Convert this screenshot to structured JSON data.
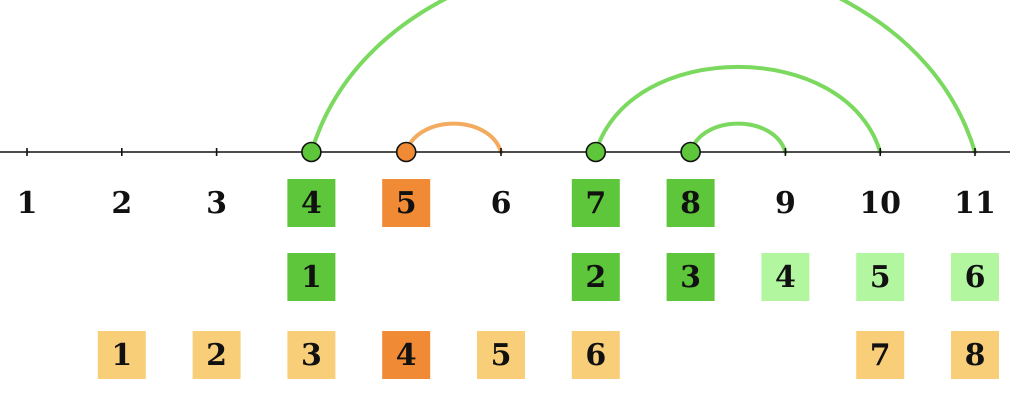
{
  "colors": {
    "green_dark": "#5dc63a",
    "green_light": "#b2f7a0",
    "orange_dark": "#f08a35",
    "orange_light": "#f9ce78",
    "arc_green": "#7ad95e",
    "arc_orange": "#f3ab60",
    "axis": "#111111"
  },
  "axis": {
    "positions": [
      "1",
      "2",
      "3",
      "4",
      "5",
      "6",
      "7",
      "8",
      "9",
      "10",
      "11"
    ]
  },
  "top_row": [
    {
      "pos": 4,
      "label": "4",
      "color": "green_dark"
    },
    {
      "pos": 5,
      "label": "5",
      "color": "orange_dark"
    },
    {
      "pos": 7,
      "label": "7",
      "color": "green_dark"
    },
    {
      "pos": 8,
      "label": "8",
      "color": "green_dark"
    }
  ],
  "green_row": [
    {
      "pos": 4,
      "label": "1",
      "color": "green_dark"
    },
    {
      "pos": 7,
      "label": "2",
      "color": "green_dark"
    },
    {
      "pos": 8,
      "label": "3",
      "color": "green_dark"
    },
    {
      "pos": 9,
      "label": "4",
      "color": "green_light"
    },
    {
      "pos": 10,
      "label": "5",
      "color": "green_light"
    },
    {
      "pos": 11,
      "label": "6",
      "color": "green_light"
    }
  ],
  "orange_row": [
    {
      "pos": 2,
      "label": "1",
      "color": "orange_light"
    },
    {
      "pos": 3,
      "label": "2",
      "color": "orange_light"
    },
    {
      "pos": 4,
      "label": "3",
      "color": "orange_light"
    },
    {
      "pos": 5,
      "label": "4",
      "color": "orange_dark"
    },
    {
      "pos": 6,
      "label": "5",
      "color": "orange_light"
    },
    {
      "pos": 7,
      "label": "6",
      "color": "orange_light"
    },
    {
      "pos": 10,
      "label": "7",
      "color": "orange_light"
    },
    {
      "pos": 11,
      "label": "8",
      "color": "orange_light"
    }
  ],
  "arcs": [
    {
      "from": 4,
      "to": 11,
      "color": "arc_green"
    },
    {
      "from": 7,
      "to": 10,
      "color": "arc_green"
    },
    {
      "from": 8,
      "to": 9,
      "color": "arc_green"
    },
    {
      "from": 5,
      "to": 6,
      "color": "arc_orange"
    }
  ],
  "markers": [
    {
      "pos": 4,
      "color": "green_dark"
    },
    {
      "pos": 5,
      "color": "orange_dark"
    },
    {
      "pos": 7,
      "color": "green_dark"
    },
    {
      "pos": 8,
      "color": "green_dark"
    }
  ]
}
